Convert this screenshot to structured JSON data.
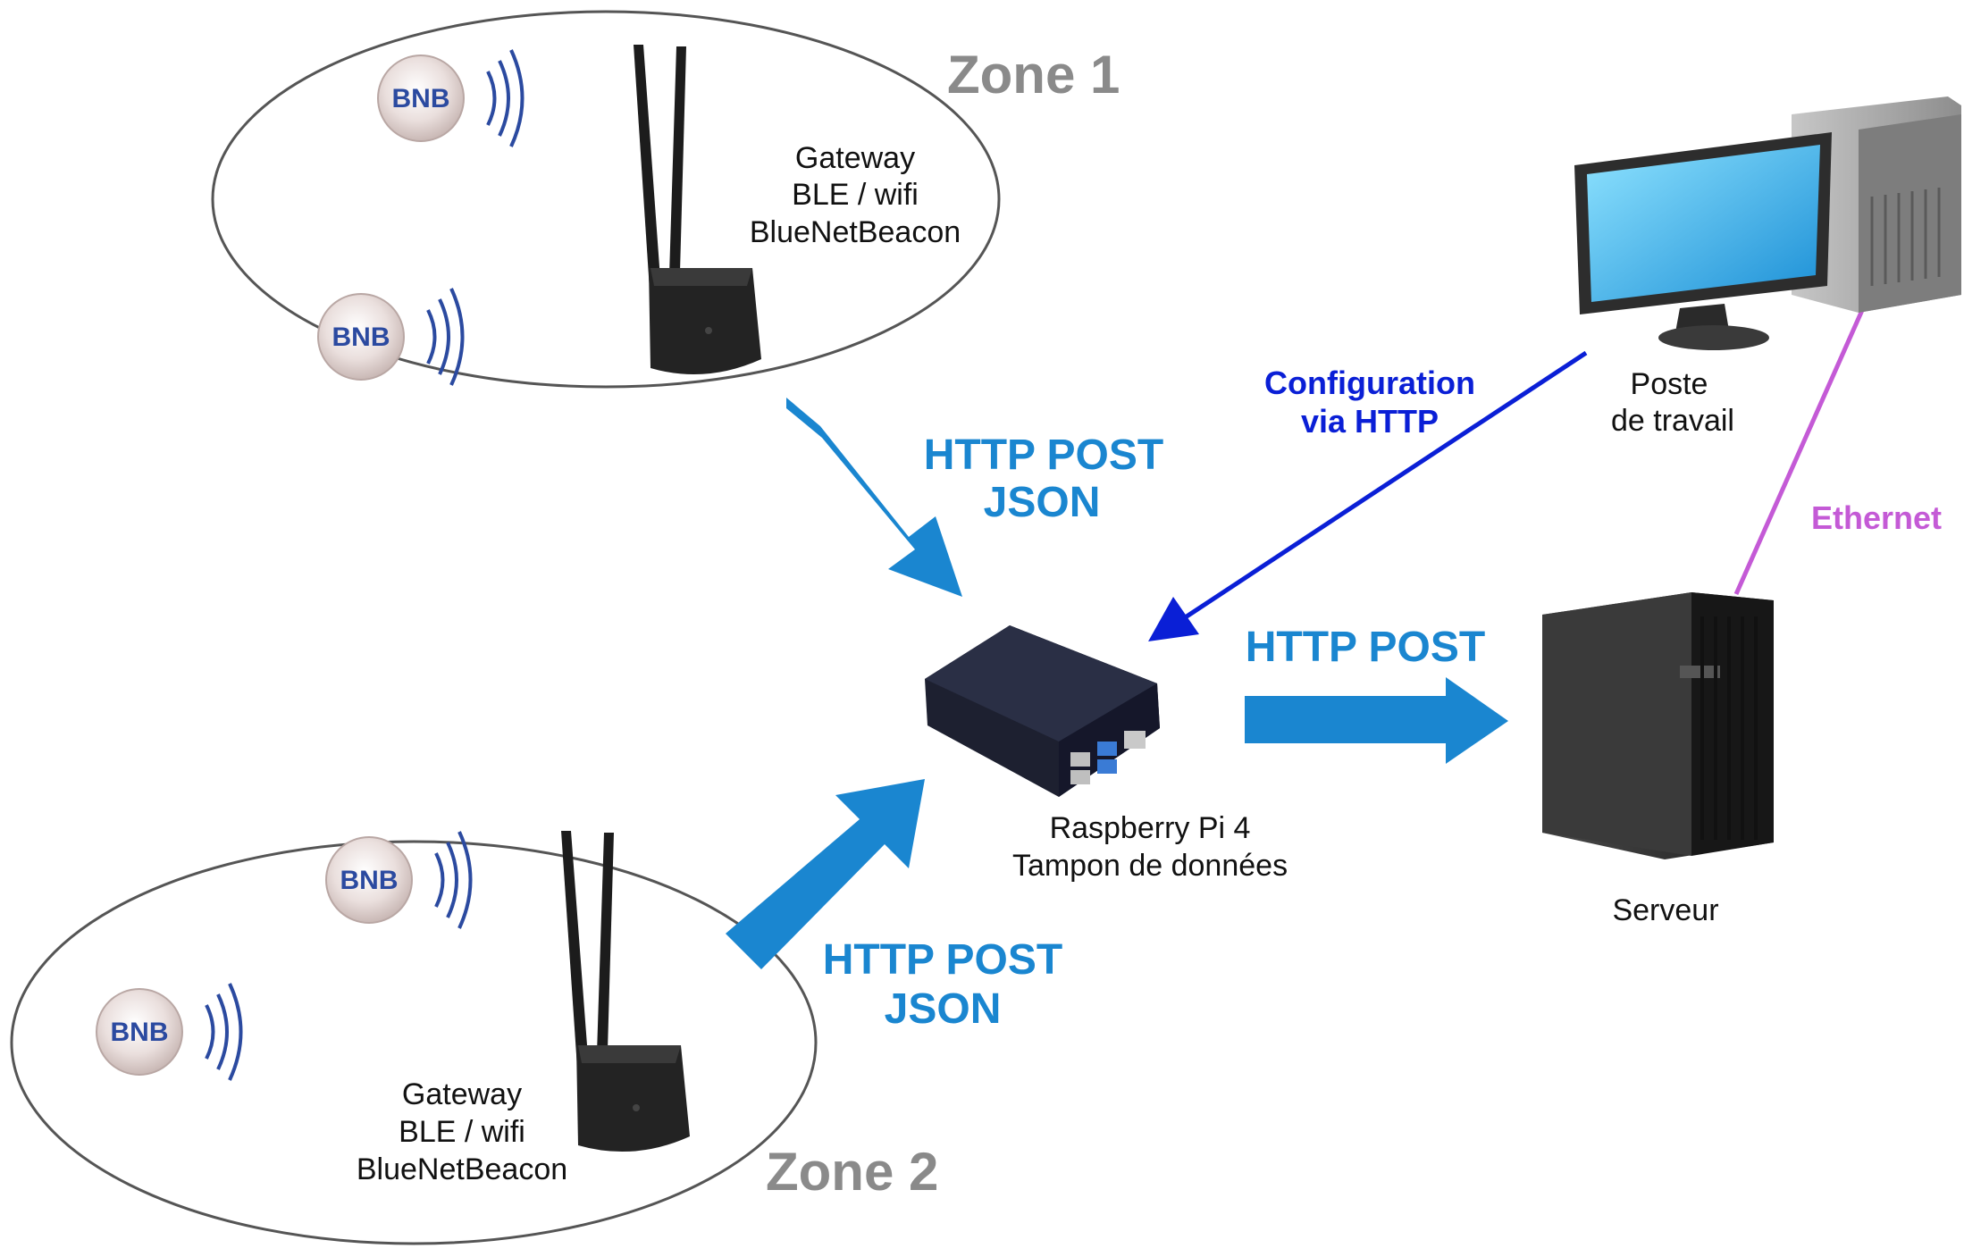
{
  "zones": [
    {
      "title": "Zone 1",
      "gateway": {
        "line1": "Gateway",
        "line2": "BLE / wifi",
        "line3": "BlueNetBeacon"
      },
      "beacons": [
        {
          "logo_text": "BNB"
        },
        {
          "logo_text": "BNB"
        }
      ]
    },
    {
      "title": "Zone 2",
      "gateway": {
        "line1": "Gateway",
        "line2": "BLE / wifi",
        "line3": "BlueNetBeacon"
      },
      "beacons": [
        {
          "logo_text": "BNB"
        },
        {
          "logo_text": "BNB"
        }
      ]
    }
  ],
  "links": {
    "zone1_to_pi": {
      "line1": "HTTP POST",
      "line2": "JSON"
    },
    "zone2_to_pi": {
      "line1": "HTTP POST",
      "line2": "JSON"
    },
    "pi_to_server": {
      "line1": "HTTP POST"
    },
    "workstation_to_pi": {
      "line1": "Configuration",
      "line2": "via HTTP"
    },
    "workstation_to_server": {
      "line1": "Ethernet"
    }
  },
  "devices": {
    "raspberry": {
      "line1": "Raspberry Pi 4",
      "line2": "Tampon de données"
    },
    "workstation": {
      "line1": "Poste",
      "line2": "de travail"
    },
    "server": {
      "line1": "Serveur"
    }
  },
  "colors": {
    "arrow_blue": "#1a86d0",
    "config_navy": "#0a1fd6",
    "ethernet_purple": "#c45ad6",
    "zone_gray": "#8a8a8a"
  }
}
